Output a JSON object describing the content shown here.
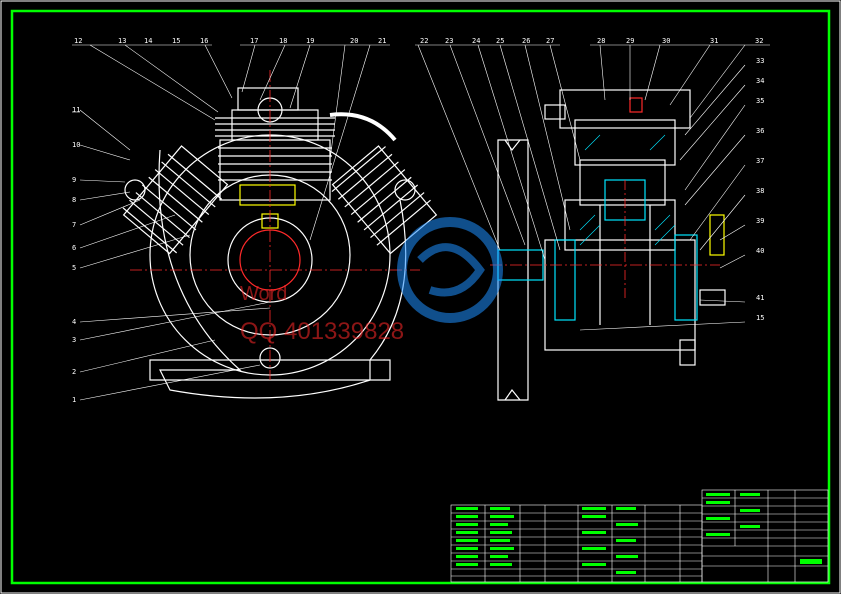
{
  "callouts_left": [
    "1",
    "2",
    "3",
    "4",
    "5",
    "6",
    "7",
    "8",
    "9",
    "10",
    "11"
  ],
  "callouts_top": [
    "12",
    "13",
    "14",
    "15",
    "16",
    "17",
    "18",
    "19",
    "20",
    "21",
    "22",
    "23",
    "24",
    "25",
    "26",
    "27",
    "28",
    "29",
    "30",
    "31",
    "32"
  ],
  "callouts_right": [
    "33",
    "34",
    "35",
    "36",
    "37",
    "38",
    "39",
    "40",
    "41",
    "15"
  ],
  "watermark": {
    "line1": "",
    "line2": "",
    "qq": "QQ 401339828",
    "word": "Word"
  },
  "colors": {
    "frame": "#00ff00",
    "drawing": "#ffffff",
    "hatch": "#00e5ff",
    "accent": "#ff2a2a",
    "yellow": "#ffff00",
    "watermark_logo": "#1e90ff"
  }
}
